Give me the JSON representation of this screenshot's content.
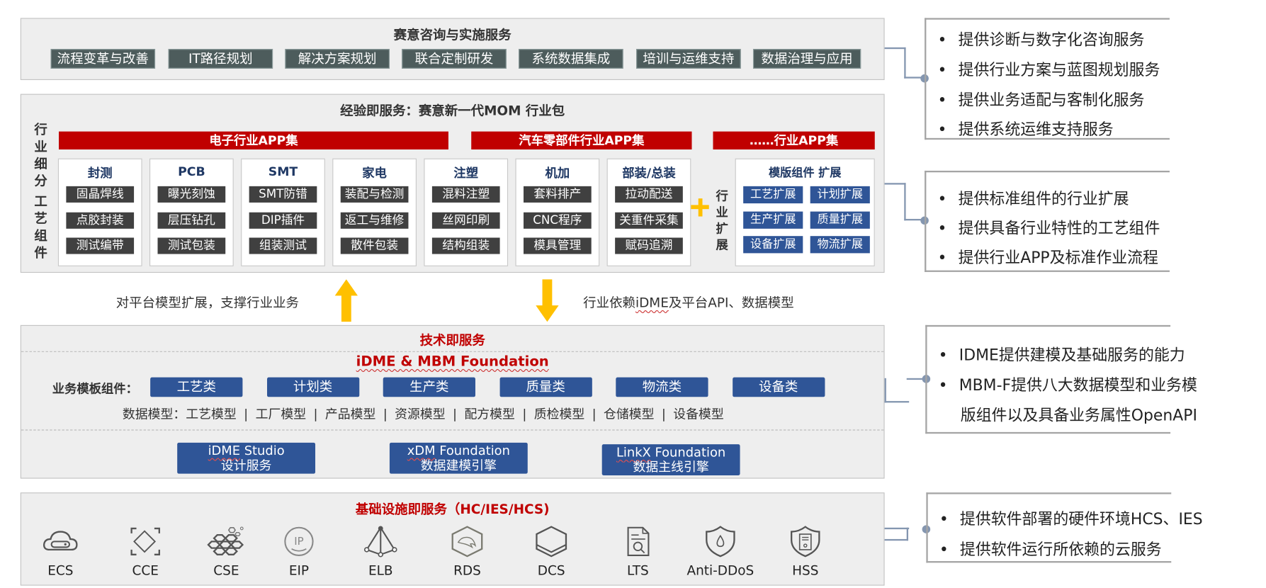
{
  "consulting": {
    "title": "赛意咨询与实施服务",
    "items": [
      "流程变革与改善",
      "IT路径规划",
      "解决方案规划",
      "联合定制研发",
      "系统数据集成",
      "培训与运维支持",
      "数据治理与应用"
    ]
  },
  "experience": {
    "title": "经验即服务：赛意新一代MOM 行业包",
    "side_label": "行业细分 工艺组件",
    "side_label_chars": [
      "行",
      "业",
      "细",
      "分",
      "工",
      "艺",
      "组",
      "件"
    ],
    "app_sets": [
      "电子行业APP集",
      "汽车零部件行业APP集",
      "……行业APP集"
    ],
    "cards": [
      {
        "title": "封测",
        "items": [
          "固晶焊线",
          "点胶封装",
          "测试编带"
        ]
      },
      {
        "title": "PCB",
        "items": [
          "曝光刻蚀",
          "层压钻孔",
          "测试包装"
        ]
      },
      {
        "title": "SMT",
        "items": [
          "SMT防错",
          "DIP插件",
          "组装测试"
        ]
      },
      {
        "title": "家电",
        "items": [
          "装配与检测",
          "返工与维修",
          "散件包装"
        ]
      },
      {
        "title": "注塑",
        "items": [
          "混料注塑",
          "丝网印刷",
          "结构组装"
        ]
      },
      {
        "title": "机加",
        "items": [
          "套料排产",
          "CNC程序",
          "模具管理"
        ]
      },
      {
        "title": "部装/总装",
        "items": [
          "拉动配送",
          "关重件采集",
          "赋码追溯"
        ]
      }
    ],
    "plus_symbol": "+",
    "ext_label_chars": [
      "行",
      "业",
      "扩",
      "展"
    ],
    "template_card": {
      "title": "模版组件 扩展",
      "items": [
        "工艺扩展",
        "计划扩展",
        "生产扩展",
        "质量扩展",
        "设备扩展",
        "物流扩展"
      ]
    }
  },
  "arrows": {
    "up_label": "对平台模型扩展，支撑行业业务",
    "down_label_prefix": "行业依赖",
    "down_label_idme": "iDME",
    "down_label_suffix": "及平台API、数据模型"
  },
  "tech": {
    "title": "技术即服务",
    "foundation_title": "iDME & MBM Foundation",
    "biz_label": "业务模板组件：",
    "categories": [
      "工艺类",
      "计划类",
      "生产类",
      "质量类",
      "物流类",
      "设备类"
    ],
    "models_prefix": "数据模型：",
    "models": [
      "工艺模型",
      "工厂模型",
      "产品模型",
      "资源模型",
      "配方模型",
      "质检模型",
      "仓储模型",
      "设备模型"
    ],
    "separator": "|",
    "engines": [
      {
        "name": "iDME Studio",
        "desc": "设计服务"
      },
      {
        "name": "xDM Foundation",
        "desc": "数据建模引擎"
      },
      {
        "name": "LinkX Foundation",
        "desc": "数据主线引擎"
      }
    ]
  },
  "infra": {
    "title": "基础设施即服务（HC/IES/HCS)",
    "services": [
      {
        "label": "ECS",
        "icon": "cloud-server-icon"
      },
      {
        "label": "CCE",
        "icon": "container-engine-icon"
      },
      {
        "label": "CSE",
        "icon": "hexagon-cluster-icon"
      },
      {
        "label": "EIP",
        "icon": "ip-icon"
      },
      {
        "label": "ELB",
        "icon": "load-balancer-icon"
      },
      {
        "label": "RDS",
        "icon": "dolphin-database-icon"
      },
      {
        "label": "DCS",
        "icon": "hexagon-cache-icon"
      },
      {
        "label": "LTS",
        "icon": "log-search-icon"
      },
      {
        "label": "Anti-DDoS",
        "icon": "shield-drop-icon"
      },
      {
        "label": "HSS",
        "icon": "shield-server-icon"
      }
    ]
  },
  "callouts": [
    {
      "items": [
        "提供诊断与数字化咨询服务",
        "提供行业方案与蓝图规划服务",
        "提供业务适配与客制化服务",
        "提供系统运维支持服务"
      ]
    },
    {
      "items": [
        "提供标准组件的行业扩展",
        "提供具备行业特性的工艺组件",
        "提供行业APP及标准作业流程"
      ]
    },
    {
      "items": [
        "IDME提供建模及基础服务的能力",
        "MBM-F提供八大数据模型和业务模",
        "版组件以及具备业务属性OpenAPI"
      ]
    },
    {
      "items": [
        "提供软件部署的硬件环境HCS、IES",
        "提供软件运行所依赖的云服务"
      ]
    }
  ],
  "colors": {
    "red": "#c00000",
    "navy": "#1f3864",
    "blue": "#2f5597",
    "dark_chip": "#404040",
    "teal_chip": "#4d5c5c",
    "arrow": "#ffc000",
    "connector": "#8496b0",
    "panel": "#eeeeee"
  }
}
